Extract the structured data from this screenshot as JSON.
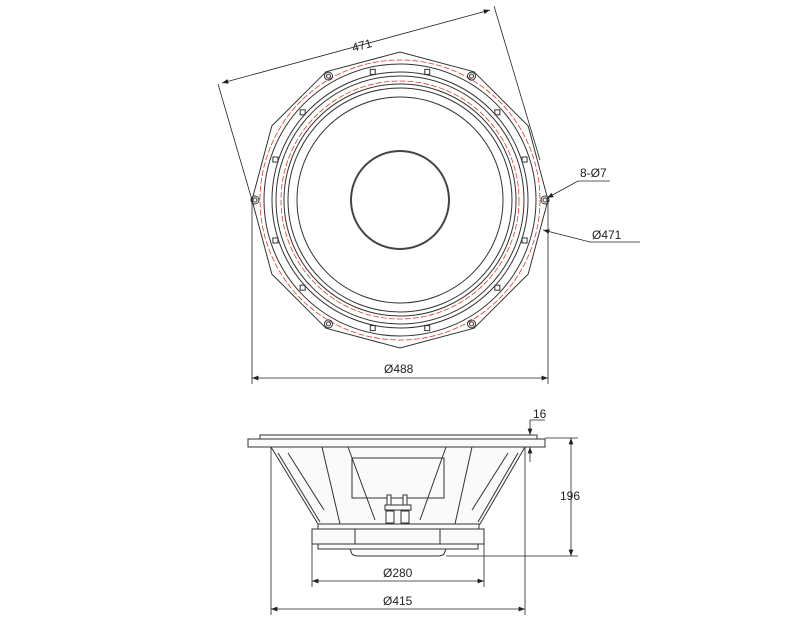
{
  "top_view": {
    "dim_flat": "471",
    "dim_mount_holes": "8-Ø7",
    "dim_circle": "Ø471",
    "dim_width": "Ø488"
  },
  "side_view": {
    "dim_flange": "16",
    "dim_depth": "196",
    "dim_magnet": "Ø280",
    "dim_cutout": "Ø415"
  }
}
